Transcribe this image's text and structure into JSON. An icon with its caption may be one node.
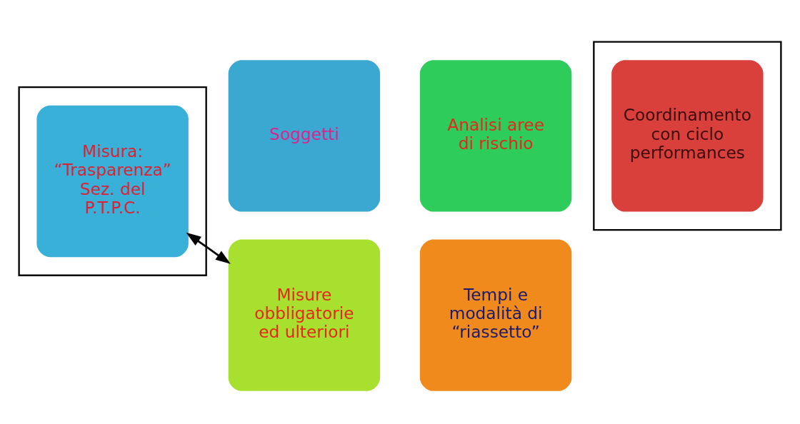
{
  "diagram": {
    "nodes": [
      {
        "text": [
          "Soggetti"
        ]
      },
      {
        "text": [
          "Analisi aree di rischio"
        ]
      },
      {
        "text": [],
        "shape": "box"
      },
      {
        "text": [
          "Coordinamento con ciclo performances"
        ],
        "in": 2
      },
      {
        "text": [],
        "shape": "box"
      },
      {
        "text": [
          "Misura: “Trasparenza” Sez. del P.T.P.C."
        ],
        "in": 4
      },
      {
        "text": [
          "Misure obbligatorie ed ulteriori"
        ]
      },
      {
        "text": [
          "Tempi e modalità di “riassetto”"
        ]
      }
    ],
    "edges": [
      {
        "from": 5,
        "to": 6,
        "arrow": "both"
      }
    ]
  }
}
